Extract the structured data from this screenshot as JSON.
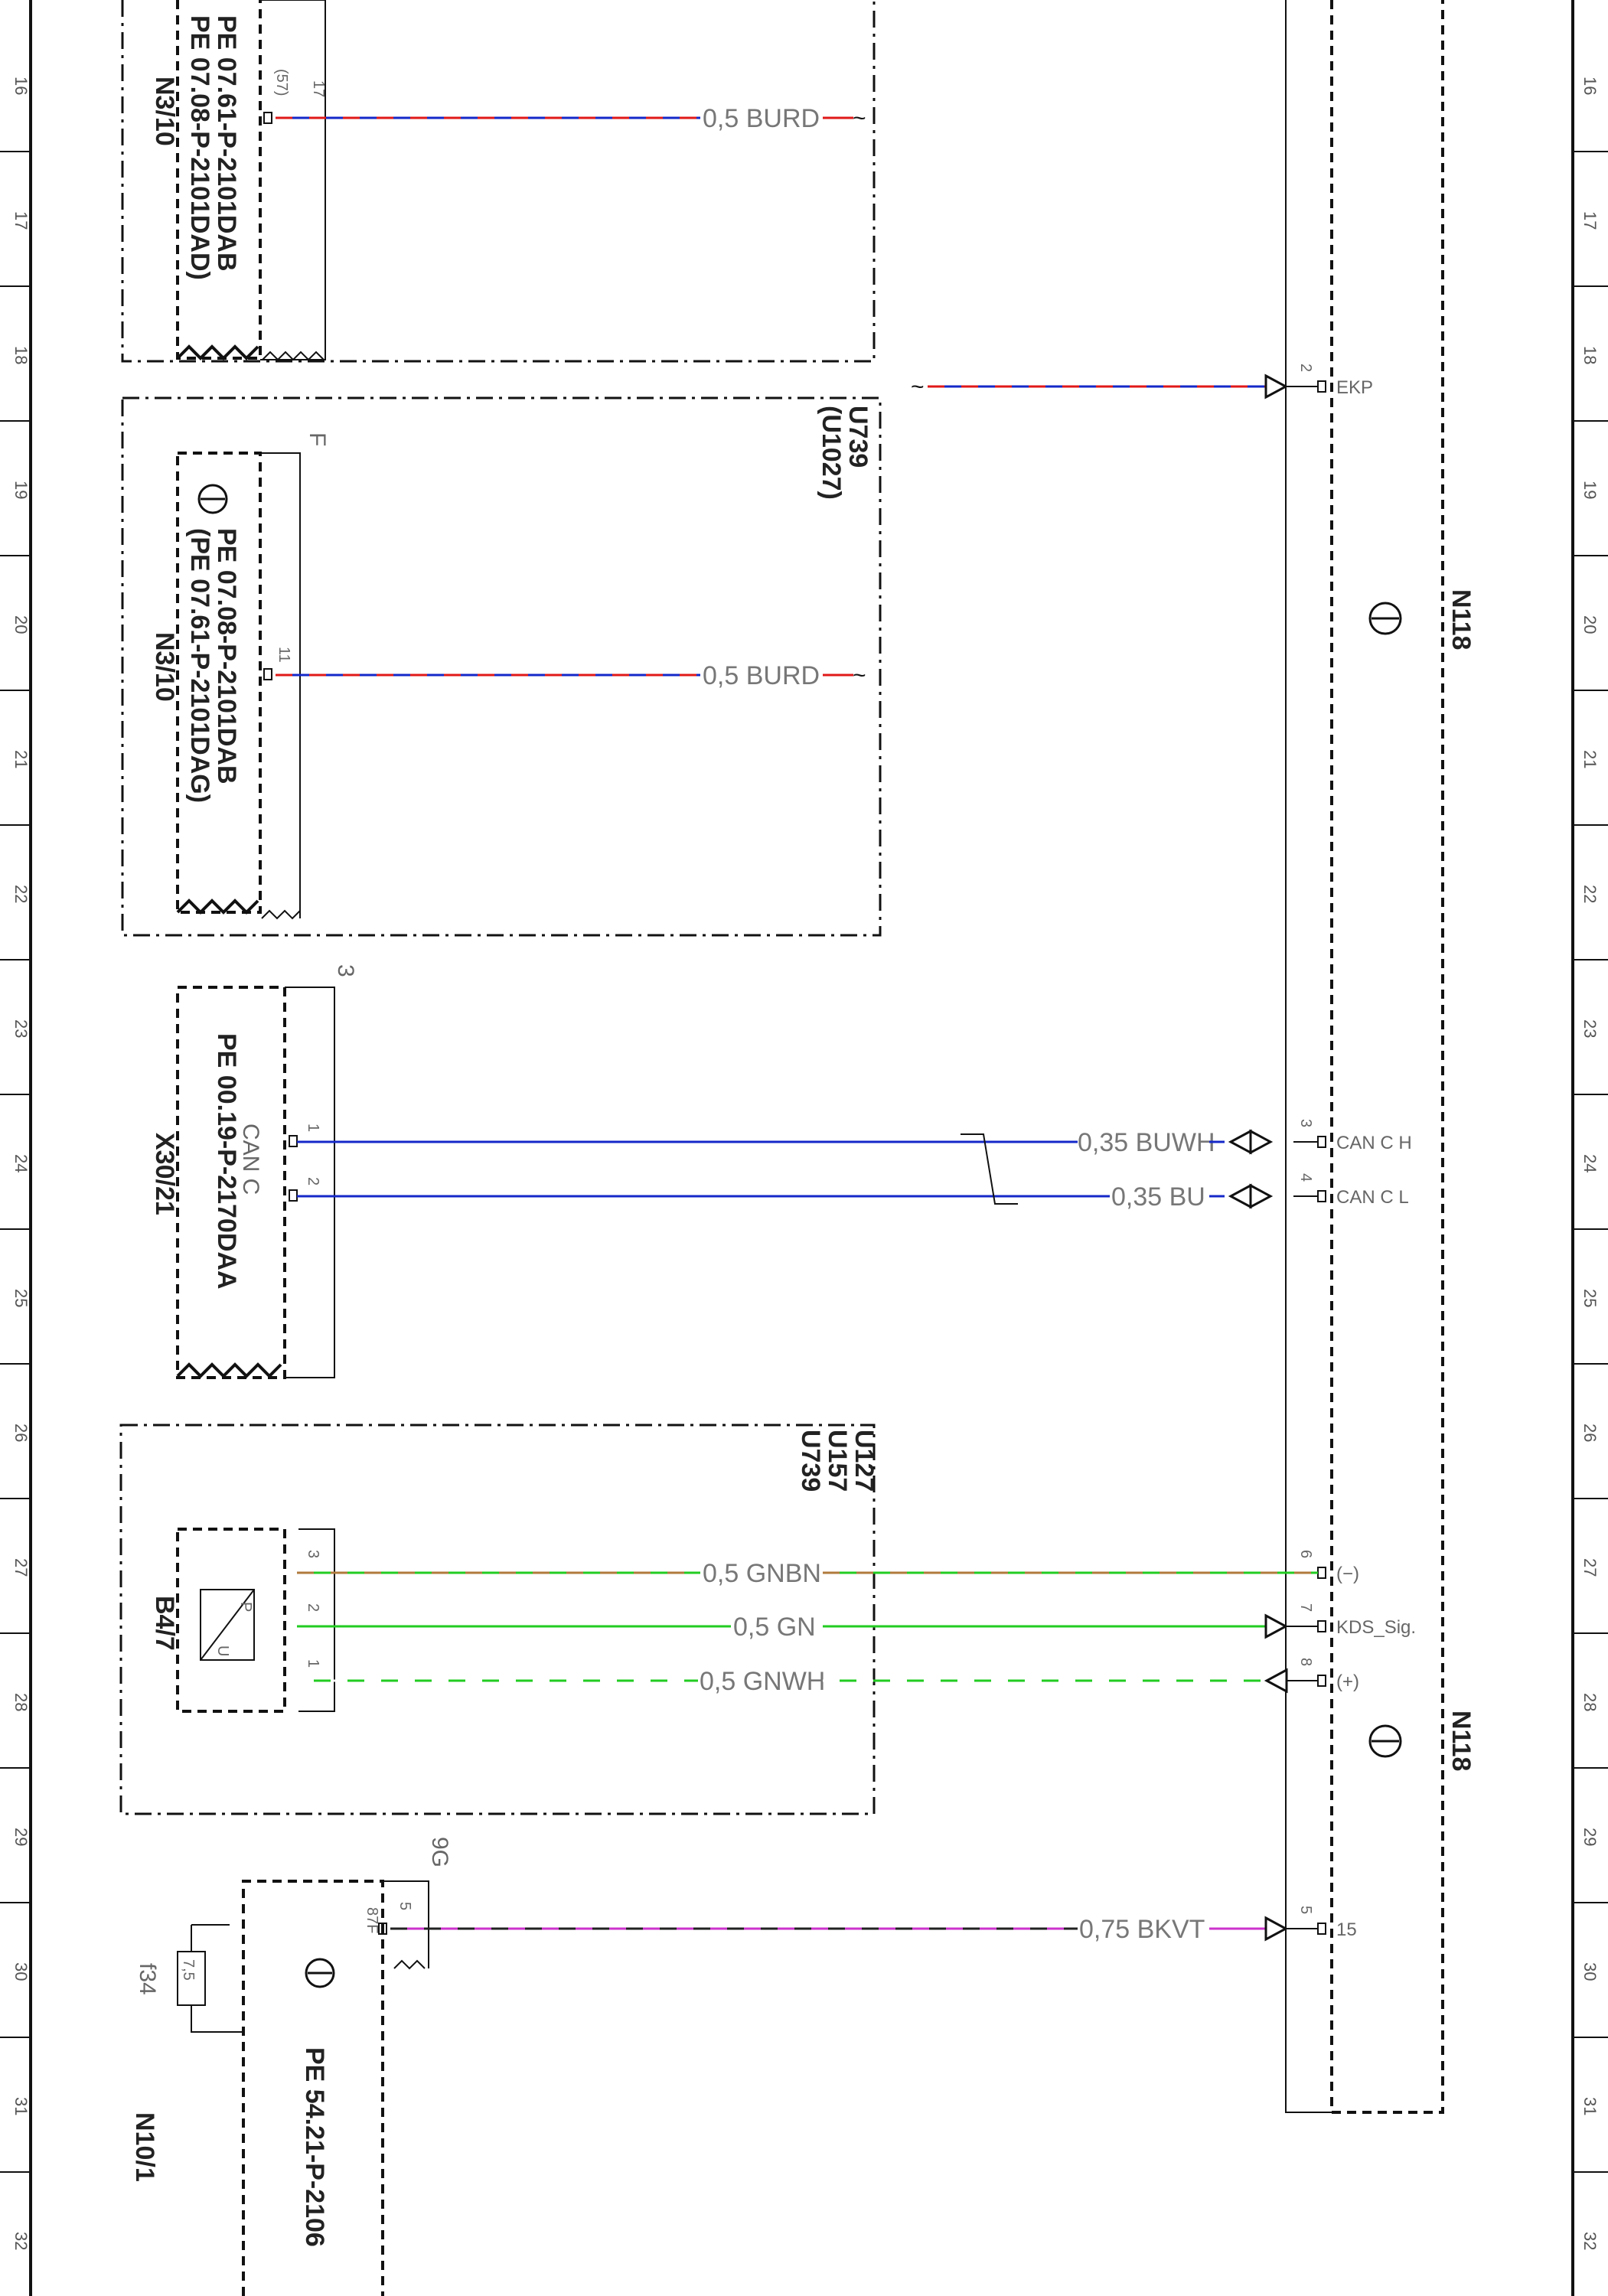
{
  "grid_rows": [
    "16",
    "17",
    "18",
    "19",
    "20",
    "21",
    "22",
    "23",
    "24",
    "25",
    "26",
    "27",
    "28",
    "29",
    "30",
    "31",
    "32"
  ],
  "components": {
    "n3_10_a": {
      "name": "N3/10",
      "refs": [
        "PE 07.61-P-2101DAB",
        "PE 07.08-P-2101DAD)"
      ],
      "pin": "17",
      "pin_alt": "(57)"
    },
    "n3_10_b": {
      "name": "N3/10",
      "refs": [
        "PE 07.08-P-2101DAB",
        "(PE 07.61-P-2101DAG)"
      ],
      "pin": "11",
      "connector": "F"
    },
    "u739_u1027": {
      "labels": [
        "U739",
        "(U1027)"
      ]
    },
    "x30_21": {
      "name": "X30/21",
      "bus": "CAN C",
      "ref": "PE 00.19-P-2170DAA",
      "connector": "3",
      "pins": [
        "1",
        "2"
      ]
    },
    "u_group": {
      "labels": [
        "U127",
        "U157",
        "U739"
      ]
    },
    "b4_7": {
      "name": "B4/7",
      "pins": [
        "3",
        "2",
        "1"
      ],
      "symbol": [
        "P",
        "U"
      ]
    },
    "n10_1": {
      "name": "N10/1",
      "ref": "PE 54.21-P-2106",
      "connector": "9G",
      "pin": "5",
      "pin_sub": "87F",
      "fuse": {
        "name": "f34",
        "rating": "7,5"
      }
    },
    "n118": {
      "name": "N118",
      "pins": [
        {
          "num": "2",
          "signal": "EKP"
        },
        {
          "num": "3",
          "signal": "CAN C H"
        },
        {
          "num": "4",
          "signal": "CAN C L"
        },
        {
          "num": "6",
          "signal": "(−)"
        },
        {
          "num": "7",
          "signal": "KDS_Sig."
        },
        {
          "num": "8",
          "signal": "(+)"
        },
        {
          "num": "5",
          "signal": "15"
        }
      ]
    }
  },
  "wires": [
    {
      "id": "w1",
      "label": "0,5 BURD"
    },
    {
      "id": "w2",
      "label": "0,5 BURD"
    },
    {
      "id": "w3",
      "label": "0,35 BUWH"
    },
    {
      "id": "w4",
      "label": "0,35 BU"
    },
    {
      "id": "w5",
      "label": "0,5 GNBN"
    },
    {
      "id": "w6",
      "label": "0,5 GN"
    },
    {
      "id": "w7",
      "label": "0,5 GNWH"
    },
    {
      "id": "w8",
      "label": "0,75 BKVT"
    }
  ],
  "colors": {
    "blue": "#1428c8",
    "red": "#e01818",
    "green": "#22cc22",
    "brown": "#b07a3c",
    "violet": "#cc33cc",
    "black": "#111111"
  }
}
